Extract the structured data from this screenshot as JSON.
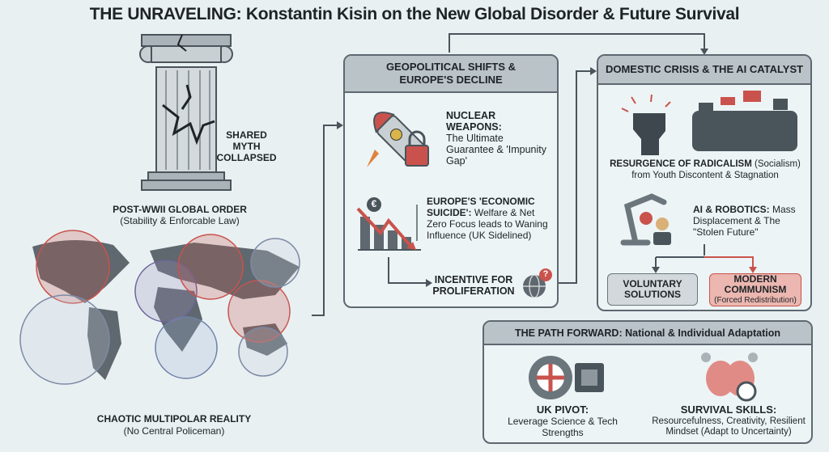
{
  "title": "THE UNRAVELING: Konstantin Kisin on the New Global Disorder & Future Survival",
  "left": {
    "pillar_label": "SHARED MYTH COLLAPSED",
    "order_title": "POST-WWII GLOBAL ORDER",
    "order_sub": "(Stability & Enforcable Law)",
    "chaos_title": "CHAOTIC MULTIPOLAR REALITY",
    "chaos_sub": "(No Central Policeman)"
  },
  "geo": {
    "header": "GEOPOLITICAL SHIFTS & EUROPE'S DECLINE",
    "nuclear_bold": "NUCLEAR WEAPONS:",
    "nuclear_text": "The Ultimate Guarantee & 'Impunity Gap'",
    "europe_bold": "EUROPE'S 'ECONOMIC SUICIDE':",
    "europe_text": " Welfare & Net Zero Focus leads to Waning Influence (UK Sidelined)",
    "euro_symbol": "€",
    "proliferation": "INCENTIVE FOR PROLIFERATION",
    "question": "?"
  },
  "domestic": {
    "header": "DOMESTIC CRISIS & THE AI CATALYST",
    "radical_bold": "RESURGENCE OF RADICALISM",
    "radical_paren": " (Socialism)",
    "radical_text": "from Youth Discontent & Stagnation",
    "ai_bold": "AI & ROBOTICS:",
    "ai_text": " Mass Displacement & The \"Stolen Future\"",
    "voluntary": "VOLUNTARY SOLUTIONS",
    "communism": "MODERN COMMUNISM",
    "communism_sub": "(Forced Redistribution)"
  },
  "path": {
    "header": "THE PATH FORWARD: National & Individual Adaptation",
    "uk_bold": "UK PIVOT:",
    "uk_text": "Leverage Science & Tech Strengths",
    "skills_bold": "SURVIVAL SKILLS:",
    "skills_text": "Resourcefulness, Creativity, Resilient Mindset (Adapt to Uncertainty)"
  },
  "colors": {
    "accent_red": "#c9534c",
    "dark": "#4a545b",
    "header_bg": "#b9c3c8"
  }
}
